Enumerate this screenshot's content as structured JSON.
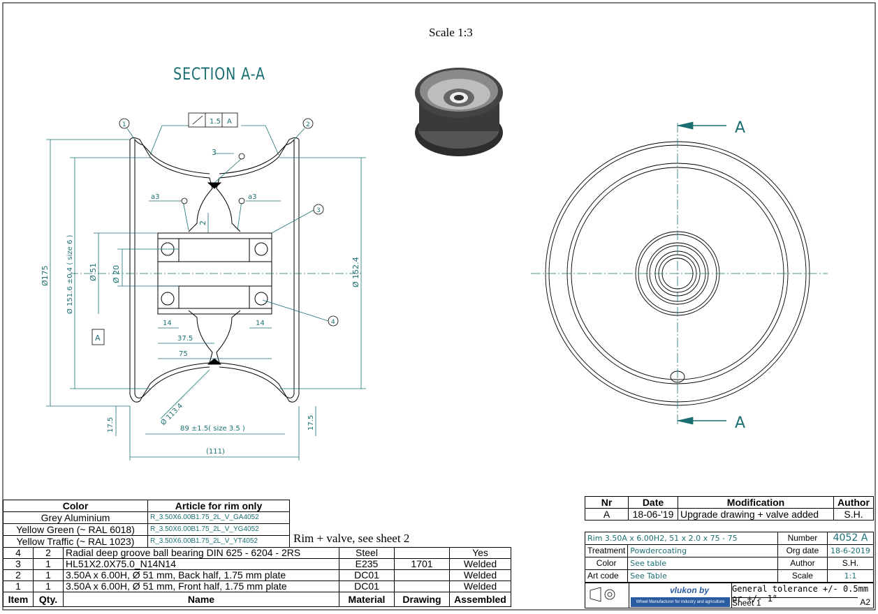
{
  "scale_label": "Scale 1:3",
  "section_title": "SECTION A-A",
  "section_marker": "A",
  "dims": {
    "tol_box_val": "1.5",
    "tol_box_ref": "A",
    "weld_3": "3",
    "a3_left": "a3",
    "a3_right": "a3",
    "two": "2",
    "d175": "Ø175",
    "d1516": "Ø 151.6 ±0.4 ( size 6 )",
    "d51": "Ø 51",
    "d20": "Ø 20",
    "d1524": "Ø 152.4",
    "d14a": "14",
    "d14b": "14",
    "d375": "37.5",
    "d75": "75",
    "d1134": "Ø 113.4",
    "d89": "89 ±1.5( size 3.5 )",
    "d111": "(111)",
    "d175b_l": "17.5",
    "d175b_r": "17.5",
    "datum": "A",
    "balloons": [
      "1",
      "2",
      "3",
      "4"
    ]
  },
  "color_table": {
    "headers": [
      "Color",
      "Article for rim only"
    ],
    "rows": [
      {
        "color": "Grey Aluminium",
        "article": "R_3.50X6.00B1.75_2L_V_GA4052"
      },
      {
        "color": "Yellow Green (~ RAL 6018)",
        "article": "R_3.50X6.00B1.75_2L_V_YG4052"
      },
      {
        "color": "Yellow Traffic (~ RAL 1023)",
        "article": "R_3.50X6.00B1.75_2L_V_YT4052"
      }
    ]
  },
  "rim_note": "Rim + valve, see sheet 2",
  "parts_table": {
    "headers": [
      "Item",
      "Qty.",
      "Name",
      "Material",
      "Drawing",
      "Assembled"
    ],
    "rows": [
      {
        "item": "4",
        "qty": "2",
        "name": "Radial deep groove ball bearing DIN 625 - 6204 - 2RS",
        "material": "Steel",
        "drawing": "",
        "assembled": "Yes"
      },
      {
        "item": "3",
        "qty": "1",
        "name": "HL51X2.0X75.0_N14N14",
        "material": "E235",
        "drawing": "1701",
        "assembled": "Welded"
      },
      {
        "item": "2",
        "qty": "1",
        "name": "3.50A x 6.00H,  Ø 51 mm, Back half, 1.75 mm plate",
        "material": "DC01",
        "drawing": "",
        "assembled": "Welded"
      },
      {
        "item": "1",
        "qty": "1",
        "name": "3.50A x 6.00H,  Ø 51 mm, Front half, 1.75 mm plate",
        "material": "DC01",
        "drawing": "",
        "assembled": "Welded"
      }
    ]
  },
  "mod_table": {
    "headers": [
      "Nr",
      "Date",
      "Modification",
      "Author"
    ],
    "rows": [
      {
        "nr": "A",
        "date": "18-06-'19",
        "mod": "Upgrade drawing + valve added",
        "author": "S.H."
      }
    ]
  },
  "info": {
    "title": "Rim 3.50A x 6.00H2,  51 x 2.0 x 75 - 75",
    "number_label": "Number",
    "number": "4052 A",
    "treatment_label": "Treatment",
    "treatment": "Powdercoating",
    "orgdate_label": "Org date",
    "orgdate": "18-6-2019",
    "color_label": "Color",
    "color": "See table",
    "author_label": "Author",
    "author": "S.H.",
    "artcode_label": "Art code",
    "artcode": "See Table",
    "scale_label": "Scale",
    "scale": "1:1",
    "logo": "vlukon by",
    "logo_sub": "Wheel Manufacturer for industry and agriculture",
    "tolerance": "General tolerance +/- 0.5mm or +/- 1°",
    "sheet": "Sheet 1",
    "size": "A2"
  }
}
